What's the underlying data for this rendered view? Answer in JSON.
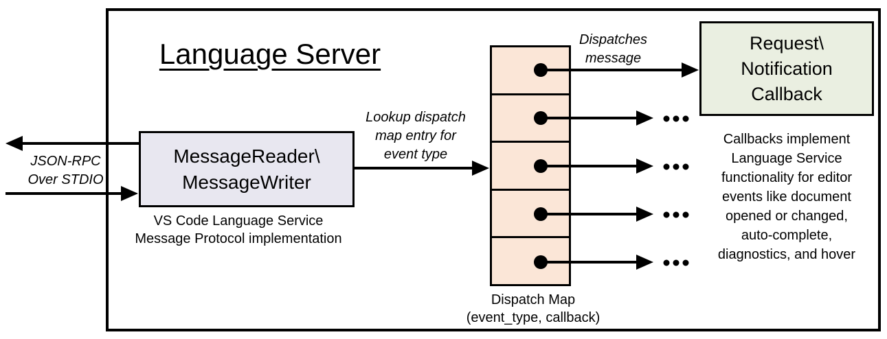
{
  "diagram": {
    "title": "Language Server",
    "message_reader": {
      "label": "MessageReader\\\nMessageWriter",
      "caption": "VS Code Language Service\nMessage Protocol implementation"
    },
    "stdio_label": "JSON-RPC\nOver STDIO",
    "lookup_label": "Lookup dispatch\nmap entry for\nevent type",
    "dispatches_label": "Dispatches\nmessage",
    "dispatch_map": {
      "label": "Dispatch Map\n(event_type, callback)",
      "slot_count": "5"
    },
    "callback": {
      "label": "Request\\\nNotification\nCallback",
      "note": "Callbacks implement\nLanguage Service\nfunctionality for editor\nevents like document\nopened or changed,\nauto-complete,\ndiagnostics, and hover"
    },
    "colors": {
      "message_reader_fill": "#E8E7F0",
      "dispatch_map_fill": "#FBE6D7",
      "callback_fill": "#EAEFE1",
      "line": "#000000"
    }
  }
}
